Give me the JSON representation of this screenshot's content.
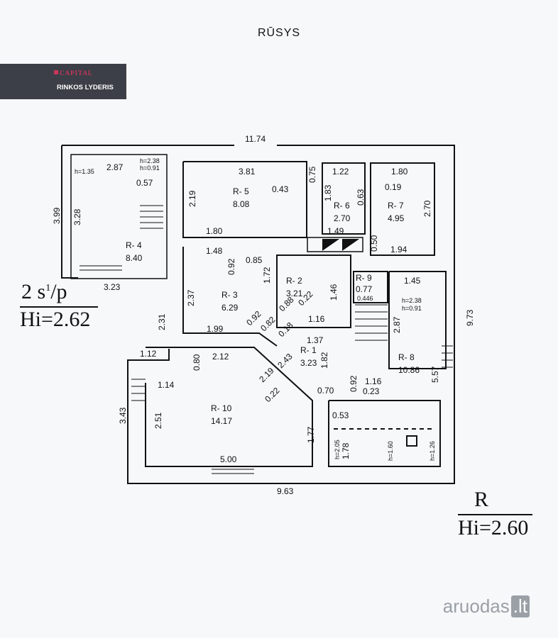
{
  "title": "RŪSYS",
  "logo": {
    "brand": "CAPITAL",
    "tagline": "RINKOS LYDERIS"
  },
  "left_note": {
    "line1": "2 s",
    "sup": "1",
    "line1b": "/p",
    "line2": "Hi=2.62"
  },
  "right_note": {
    "line1": "R",
    "line2": "Hi=2.60"
  },
  "watermark": {
    "text": "aruodas",
    "suffix": ".lt"
  },
  "rooms": [
    {
      "id": "R- 4",
      "area": "8.40"
    },
    {
      "id": "R- 5",
      "area": "8.08"
    },
    {
      "id": "R- 6",
      "area": "2.70"
    },
    {
      "id": "R- 7",
      "area": "4.95"
    },
    {
      "id": "R- 2",
      "area": "3.21"
    },
    {
      "id": "R- 3",
      "area": "6.29"
    },
    {
      "id": "R- 9",
      "area": "0.77"
    },
    {
      "id": "R- 1",
      "area": "3.23"
    },
    {
      "id": "R- 8",
      "area": "10.86"
    },
    {
      "id": "R- 10",
      "area": "14.17"
    }
  ],
  "dims": [
    "11.74",
    "3.99",
    "2.87",
    "h=1.35",
    "h=2.38",
    "h=0.91",
    "0.57",
    "3.28",
    "3.81",
    "0.75",
    "2.19",
    "0.43",
    "1.22",
    "1.83",
    "0.63",
    "1.80",
    "0.19",
    "2.70",
    "1.80",
    "1.49",
    "0.50",
    "1.94",
    "1.48",
    "0.85",
    "0.92",
    "3.23",
    "1.72",
    "1.45",
    "h=2.38",
    "h=0.91",
    "2.37",
    "1.46",
    "0.446",
    "9.73",
    "2.31",
    "0.92",
    "0.82",
    "0.18",
    "0.88",
    "0.22",
    "1.16",
    "2.87",
    "1.99",
    "1.37",
    "1.82",
    "1.12",
    "0.80",
    "2.12",
    "2.43",
    "5.57",
    "2.19",
    "1.16",
    "0.92",
    "0.23",
    "1.14",
    "0.22",
    "0.70",
    "0.53",
    "3.43",
    "2.51",
    "1.77",
    "h=2.05",
    "1.78",
    "h=1.60",
    "h=1.26",
    "5.00",
    "9.63"
  ]
}
